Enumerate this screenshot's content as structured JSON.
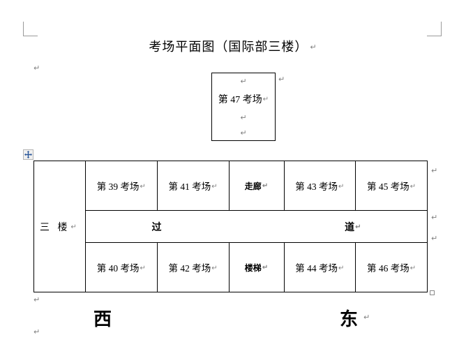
{
  "document": {
    "title": "考场平面图（国际部三楼）",
    "paragraph_mark": "↵"
  },
  "top_box": {
    "room": "第 47 考场",
    "blank_lines_above": 1,
    "blank_lines_below": 2
  },
  "table": {
    "floor_label": "三 楼",
    "rows": [
      {
        "name": "north-row",
        "cells": [
          {
            "label": "第 39 考场",
            "type": "room"
          },
          {
            "label": "第 41 考场",
            "type": "room"
          },
          {
            "label": "走廊",
            "type": "passage"
          },
          {
            "label": "第 43 考场",
            "type": "room"
          },
          {
            "label": "第 45 考场",
            "type": "room"
          }
        ]
      },
      {
        "name": "corridor-row",
        "cells": [
          {
            "label": "过",
            "type": "corridor"
          },
          {
            "label": "道",
            "type": "corridor"
          }
        ]
      },
      {
        "name": "south-row",
        "cells": [
          {
            "label": "第 40 考场",
            "type": "room"
          },
          {
            "label": "第 42 考场",
            "type": "room"
          },
          {
            "label": "楼梯",
            "type": "passage"
          },
          {
            "label": "第 44 考场",
            "type": "room"
          },
          {
            "label": "第 46 考场",
            "type": "room"
          }
        ]
      }
    ]
  },
  "compass": {
    "west": "西",
    "east": "东"
  },
  "handles": {
    "move_icon": "move-cross-icon",
    "resize_icon": "resize-square-icon"
  },
  "colors": {
    "text": "#000000",
    "mark": "#808080",
    "border": "#000000",
    "handle_accent": "#2b579a",
    "margin_mark": "#9a9a9a"
  }
}
